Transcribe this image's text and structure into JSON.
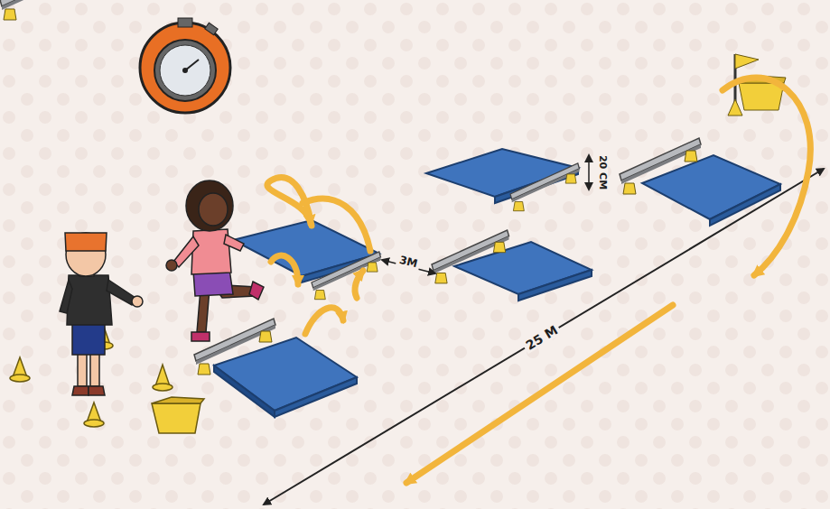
{
  "diagram": {
    "labels": [
      "3M",
      "20 CM",
      "25 M"
    ]
  }
}
